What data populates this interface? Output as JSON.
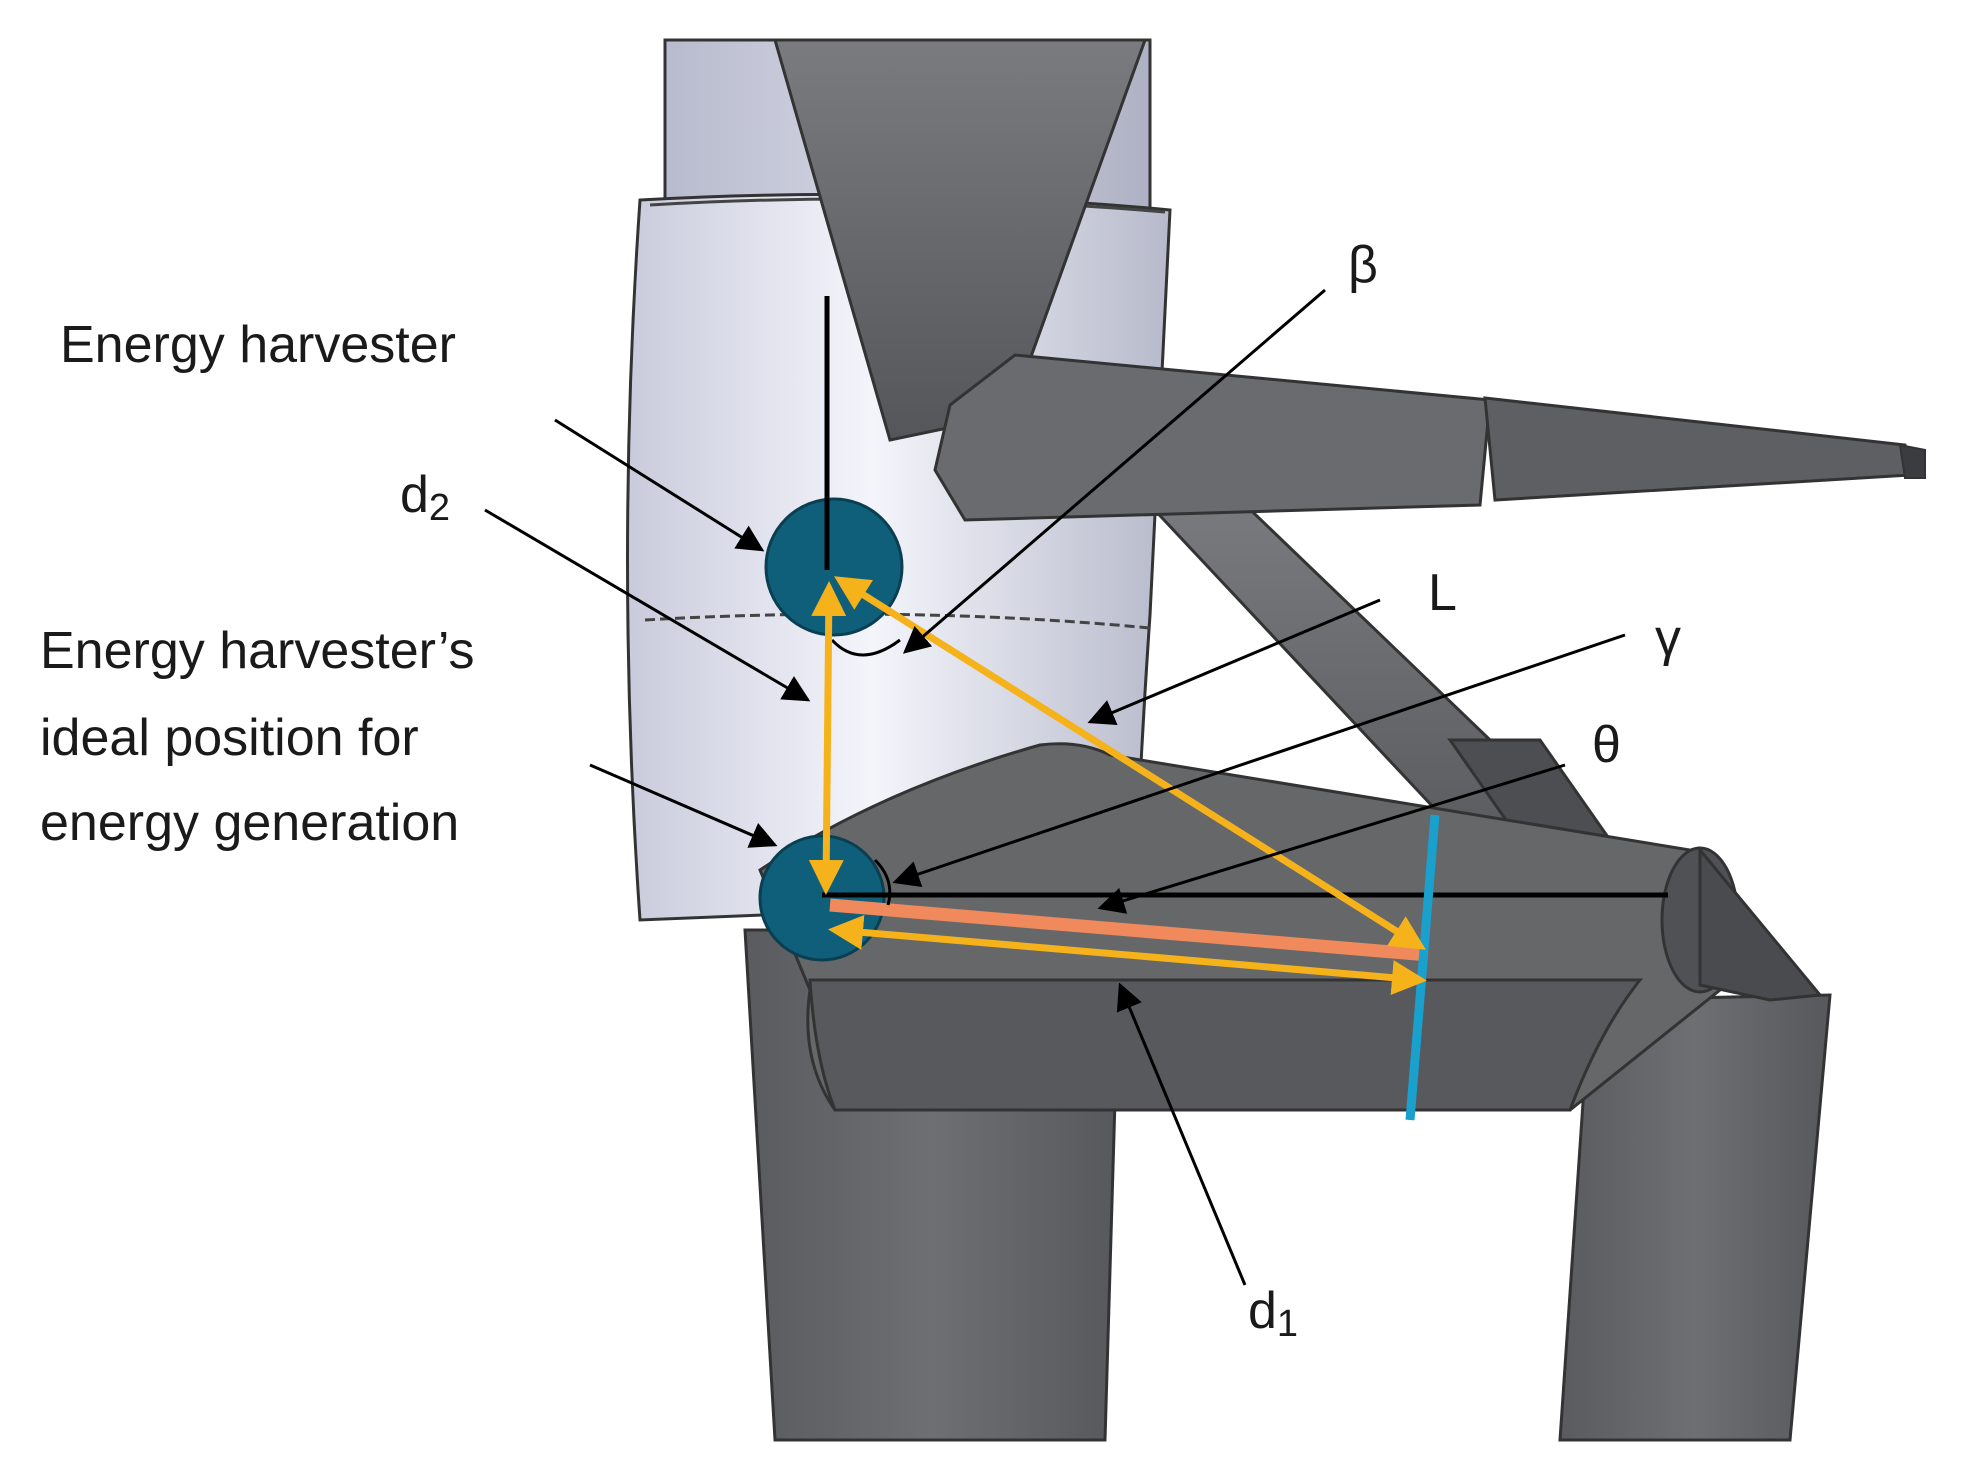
{
  "labels": {
    "energy_harvester": "Energy harvester",
    "ideal_line1": "Energy harvester’s",
    "ideal_line2": "ideal position for",
    "ideal_line3": "energy generation",
    "beta": "β",
    "L": "L",
    "gamma": "γ",
    "theta": "θ",
    "d2_base": "d",
    "d2_sub": "2",
    "d1_base": "d",
    "d1_sub": "1"
  },
  "colors": {
    "body_dark": "#5e5f62",
    "body_mid": "#737477",
    "body_light": "#8a8b8f",
    "torso_light": "#d9dbe8",
    "torso_mid": "#b9bccd",
    "harvester": "#0f5f7a",
    "vector_arrow": "#f5b21b",
    "ideal_line": "#f08a5d",
    "marker_line": "#1aa0cc",
    "pointer": "#000000"
  }
}
